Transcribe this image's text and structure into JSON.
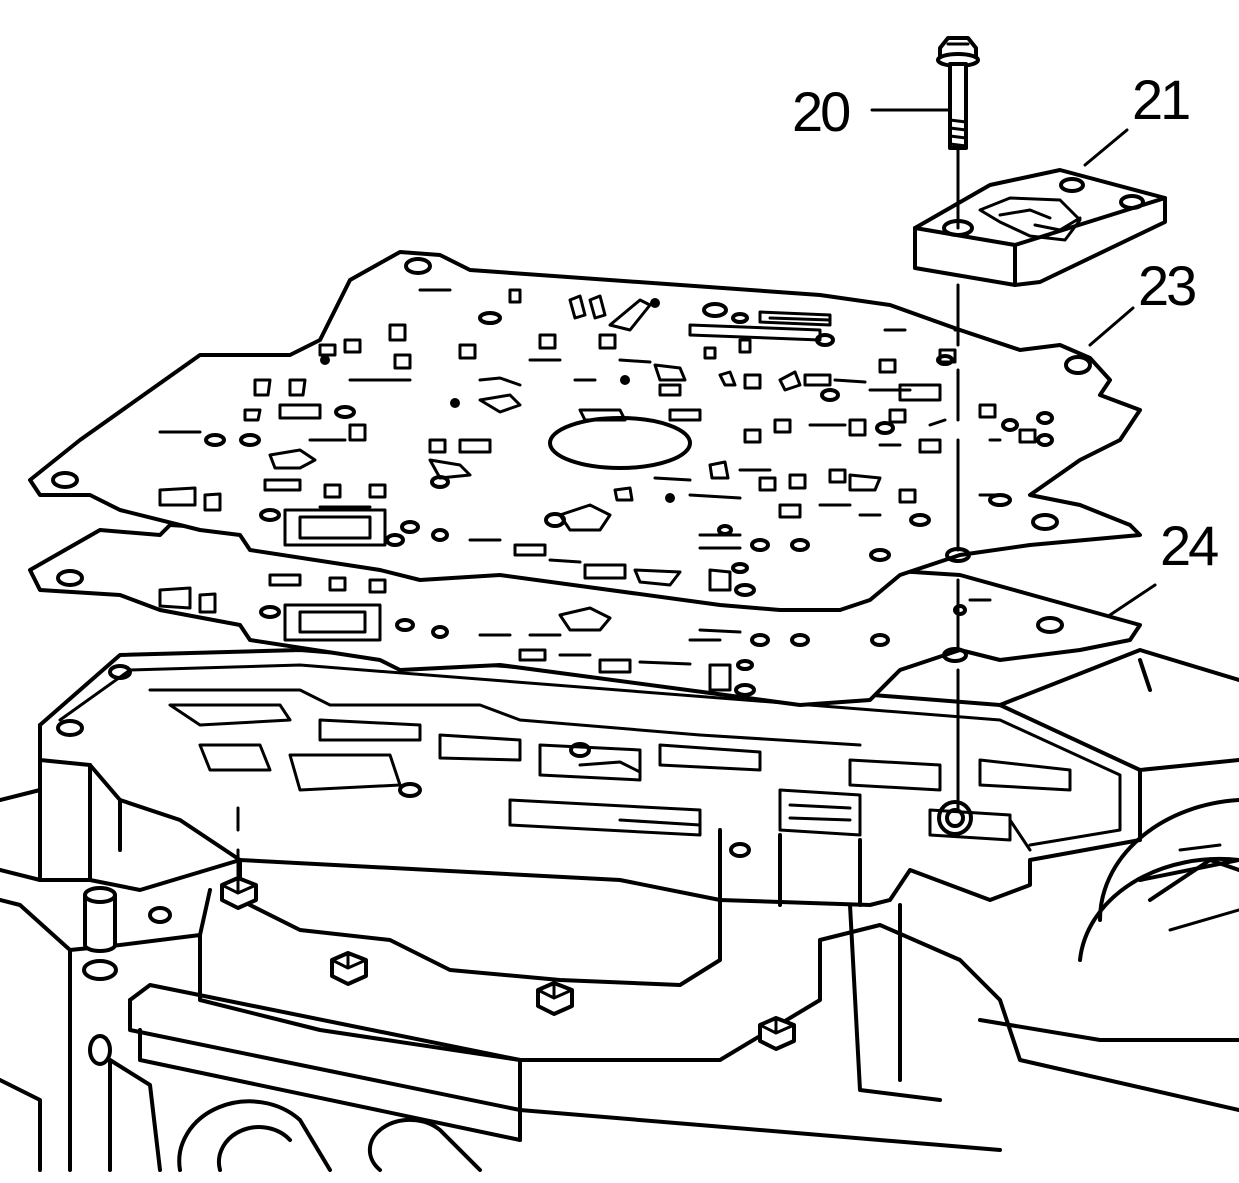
{
  "diagram": {
    "colors": {
      "line": "#000000",
      "background": "#ffffff"
    },
    "callouts": [
      {
        "id": "20",
        "label": "20",
        "part": "bolt"
      },
      {
        "id": "21",
        "label": "21",
        "part": "plate"
      },
      {
        "id": "23",
        "label": "23",
        "part": "upper-gasket"
      },
      {
        "id": "24",
        "label": "24",
        "part": "lower-gasket"
      }
    ]
  }
}
